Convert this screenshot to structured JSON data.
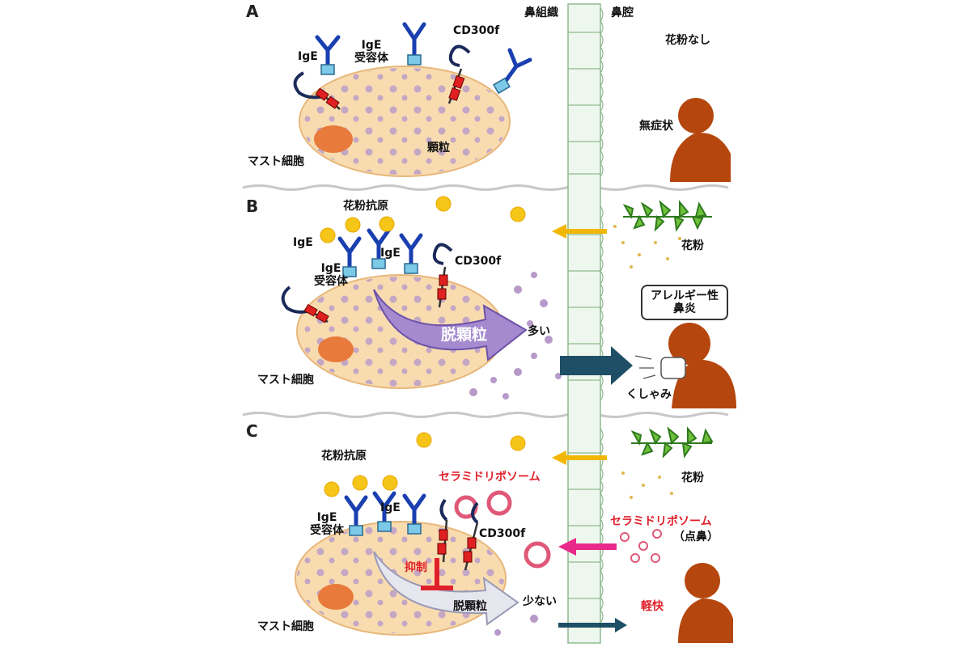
{
  "panels": {
    "a": {
      "letter": "A",
      "nasal_tissue": "鼻組織",
      "nasal_cavity": "鼻腔",
      "ige": "IgE",
      "ige_receptor": [
        "IgE",
        "受容体"
      ],
      "cd300f": "CD300f",
      "granule": "顆粒",
      "mast_cell": "マスト細胞",
      "no_pollen": "花粉なし",
      "asymptomatic": "無症状"
    },
    "b": {
      "letter": "B",
      "pollen_antigen": "花粉抗原",
      "ige_left": "IgE",
      "ige_mid": "IgE",
      "ige_receptor": [
        "IgE",
        "受容体"
      ],
      "cd300f": "CD300f",
      "degranulation": "脱顆粒",
      "many": "多い",
      "mast_cell": "マスト細胞",
      "pollen": "花粉",
      "allergic_rhinitis": [
        "アレルギー性",
        "鼻炎"
      ],
      "sneeze": "くしゃみ"
    },
    "c": {
      "letter": "C",
      "pollen_antigen": "花粉抗原",
      "ceramide_liposome": "セラミドリポソーム",
      "ige": "IgE",
      "ige_receptor": [
        "IgE",
        "受容体"
      ],
      "cd300f": "CD300f",
      "inhibition": "抑制",
      "degranulation": "脱顆粒",
      "few": "少ない",
      "mast_cell": "マスト細胞",
      "pollen": "花粉",
      "ceramide_liposome_nasal": "セラミドリポソーム",
      "nasal_drop": "（点鼻）",
      "relief": "軽快"
    }
  },
  "colors": {
    "cell_fill": "#f8dcb0",
    "nucleus": "#e87a3c",
    "granule": "#b79ac9",
    "antibody": "#1a3fb0",
    "receptor": "#7cc9e8",
    "pollen": "#f5c518",
    "arrow_purple": "#a58ad0",
    "arrow_navy": "#1f4f66",
    "arrow_yellow": "#f2b705",
    "arrow_pink": "#e8288a",
    "person": "#b5470e",
    "red_text": "#e0202a",
    "tissue": "#eaf5ea"
  }
}
